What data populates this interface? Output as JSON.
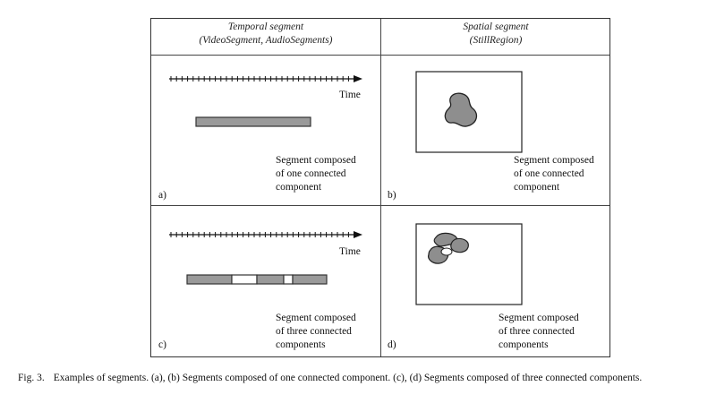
{
  "headers": {
    "temporal": {
      "line1": "Temporal segment",
      "line2": "(VideoSegment, AudioSegments)"
    },
    "spatial": {
      "line1": "Spatial segment",
      "line2": "(StillRegion)"
    }
  },
  "panels": {
    "a": {
      "label": "a)",
      "time": "Time",
      "text": [
        "Segment composed",
        "of one connected",
        "component"
      ]
    },
    "b": {
      "label": "b)",
      "text": [
        "Segment composed",
        "of one connected",
        "component"
      ]
    },
    "c": {
      "label": "c)",
      "time": "Time",
      "text": [
        "Segment composed",
        "of three connected",
        "components"
      ]
    },
    "d": {
      "label": "d)",
      "text": [
        "Segment composed",
        "of three connected",
        "components"
      ]
    }
  },
  "caption": {
    "number": "Fig. 3.",
    "text": "Examples of segments. (a), (b) Segments composed of one connected component. (c), (d) Segments composed of three connected components."
  }
}
